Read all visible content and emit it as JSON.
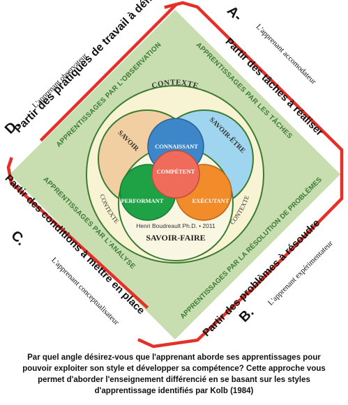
{
  "colors": {
    "diamond": "#c8ddb0",
    "frame": "#e53027",
    "outer_circle": "#f8f3d3",
    "savoir": "#f2cfa2",
    "savoir_etre": "#9fd5ef",
    "savoir_faire": "#f9f6e2",
    "connaissant": "#3d86c8",
    "performant": "#1fa245",
    "executant": "#f28c2a",
    "competent": "#ef6c5a",
    "green_text": "#3a7b32"
  },
  "corners": {
    "a": {
      "letter": "A-",
      "learner": "L'apprenant accomodateur",
      "start": "Partir des tâches à réaliser",
      "approach": "APPRENTISSAGES PAR LES TÂCHES"
    },
    "b": {
      "letter": "B.",
      "learner": "L'apprenant expérimentateur",
      "start": "Partir des problèmes à résoudre",
      "approach": "APPRENTISSAGES PAR LA RÉSOLUTION DE PROBLÈMES"
    },
    "c": {
      "letter": "C.",
      "learner": "L'apprenant conceptualisateur",
      "start": "Partir des conditions à mettre en place",
      "approach": "APPRENTISSAGES PAR L'ANALYSE"
    },
    "d": {
      "letter": "D.",
      "learner": "L'apprenant observateur",
      "start": "Partir des pratiques de travail à définir",
      "approach": "APPRENTISSAGES PAR L'OBSERVATION"
    }
  },
  "circle": {
    "context_top": "CONTEXTE",
    "context_left": "CONTEXTE",
    "context_right": "CONTEXTE",
    "savoir": "SAVOIR",
    "savoir_etre": "SAVOIR-ÊTRE",
    "savoir_faire": "SAVOIR-FAIRE",
    "connaissant": "CONNAISSANT",
    "performant": "PERFORMANT",
    "executant": "EXÉCUTANT",
    "competent": "COMPÉTENT",
    "author": "Henri Boudreault Ph.D. • 2011"
  },
  "caption": "Par quel angle désirez-vous que l'apprenant aborde ses apprentissages pour pouvoir exploiter son style et développer sa compétence? Cette approche vous permet d'aborder l'enseignement différencié en se basant sur les styles d'apprentissage identifiés par Kolb (1984)"
}
